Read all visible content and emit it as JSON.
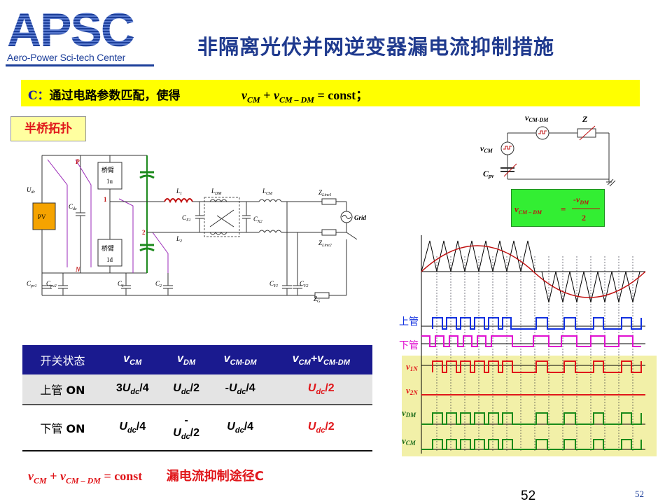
{
  "logo": {
    "text": "APSC",
    "subtitle": "Aero-Power Sci-tech Center"
  },
  "title": "非隔离光伏并网逆变器漏电流抑制措施",
  "banner": {
    "prefix": "C：",
    "text": "通过电路参数匹配，使得",
    "formula": "v_CM + v_CM – DM = const；"
  },
  "badge": "半桥拓扑",
  "circuit": {
    "labels": {
      "udc": "U_dc",
      "pv": "PV",
      "cdc": "C_dc",
      "p": "P",
      "n": "N",
      "bridge_1u": "桥臂\n1u",
      "bridge_1d": "桥臂\n1d",
      "node1": "1",
      "node2": "2",
      "l1": "L1",
      "l2": "L2",
      "ldm": "LDM",
      "lcm": "LCM",
      "cx1": "CX1",
      "cx2": "CX2",
      "zline1": "ZLine1",
      "zline2": "ZLine2",
      "grid": "Grid",
      "cpv1": "Cpv1",
      "cpv2": "Cpv2",
      "c1": "C1",
      "c2": "C2",
      "cy1": "CY1",
      "cy2": "CY2",
      "zg": "ZG"
    }
  },
  "table": {
    "headers": [
      "开关状态",
      "vCM",
      "vDM",
      "vCM-DM",
      "vCM+vCM-DM"
    ],
    "rows": [
      [
        "上管 ON",
        "3Udc/4",
        "Udc/2",
        "-Udc/4",
        "Udc/2"
      ],
      [
        "下管 ON",
        "Udc/4",
        "-Udc/2",
        "Udc/4",
        "Udc/2"
      ]
    ]
  },
  "bottom": {
    "formula": "v_CM + v_CM – DM = const",
    "label": "漏电流抑制途径C"
  },
  "small_circuit": {
    "vcmdm": "vCM-DM",
    "z": "Z",
    "vcm": "vCM",
    "cpv": "Cpv"
  },
  "green_formula": {
    "lhs": "v CM – DM",
    "eq": "=",
    "num": "-v DM",
    "den": "2"
  },
  "waveform": {
    "labels": [
      "上管",
      "下管",
      "v1N",
      "v2N",
      "vDM",
      "vCM"
    ]
  },
  "page_number": "52",
  "page_number_small": "52",
  "colors": {
    "title": "#1f3a8e",
    "accent_red": "#e0161a",
    "header_bg": "#1a1a8f",
    "banner": "#ffff00",
    "wave_box": "#f2f0a8"
  }
}
